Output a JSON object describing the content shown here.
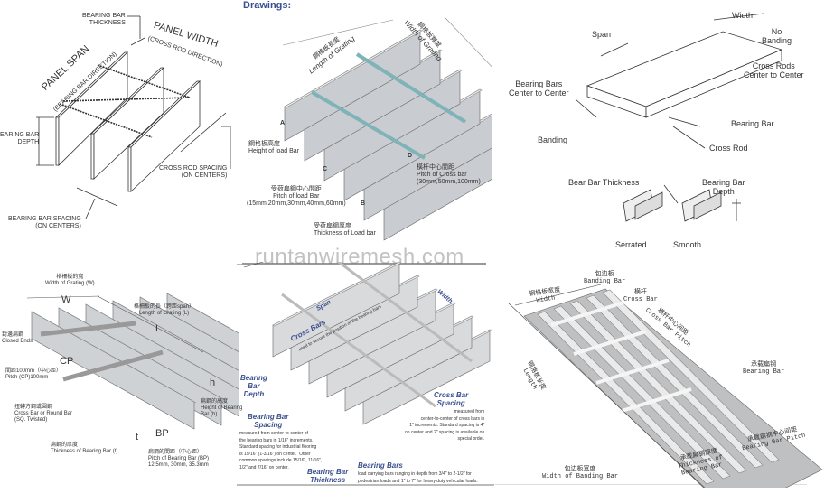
{
  "panel_span": {
    "bearing_bar_thickness": "BEARING BAR\nTHICKNESS",
    "panel_width": "PANEL WIDTH",
    "panel_width_sub": "(CROSS ROD DIRECTION)",
    "panel_span": "PANEL SPAN",
    "panel_span_sub": "(BEARING BAR DIRECTION)",
    "bearing_bar_depth": "EARING BAR\nDEPTH",
    "cross_rod_spacing": "CROSS ROD SPACING\n(ON CENTERS)",
    "bearing_bar_spacing": "BEARING BAR SPACING\n(ON CENTERS)"
  },
  "drawings": {
    "heading": "Drawings:",
    "length_cn": "鋼格板長度",
    "length_en": "Length of Grating",
    "width_cn": "鋼格板寬度",
    "width_en": "Width of Grating",
    "height_cn": "鋼格板高度",
    "height_en": "Height of load Bar",
    "pitch_load_cn": "受荷扁鋼中心間距",
    "pitch_load_en": "Pitch of load Bar",
    "pitch_load_values": "(15mm,20mm,30mm,40mm,60mm)",
    "pitch_cross_cn": "橫杆中心間距",
    "pitch_cross_en": "Pitch of Cross bar",
    "pitch_cross_values": "(30mm,50mm,100mm)",
    "thickness_cn": "受荷扁鋼厚度",
    "thickness_en": "Thickness of Load bar",
    "A": "A",
    "B": "B",
    "C": "C",
    "D": "D"
  },
  "banding": {
    "span": "Span",
    "width": "Width",
    "no_banding": "No\nBanding",
    "cross_rods_cc": "Cross Rods\nCenter to Center",
    "bearing_bars_cc": "Bearing Bars\nCenter to Center",
    "bearing_bar": "Bearing Bar",
    "banding": "Banding",
    "cross_rod": "Cross Rod",
    "bear_bar_thickness": "Bear Bar Thickness",
    "bearing_bar_depth": "Bearing Bar\nDepth",
    "serrated": "Serrated",
    "smooth": "Smooth"
  },
  "watermark": "runtanwiremesh.com",
  "grating_wl": {
    "width_cn": "格柵板的寬",
    "width_en": "Width of Grating (W)",
    "W": "W",
    "length_cn": "格柵板的長（跨距span）",
    "length_en": "Length of Grating (L)",
    "L": "L",
    "closed_cn": "封邊扁鋼",
    "closed_en": "Closed Ends",
    "cp_cn": "間距100mm（中心距）",
    "cp_en": "Pitch (CP)100mm",
    "CP": "CP",
    "cross_cn": "扭轉方鋼或圓鋼",
    "cross_en": "Cross Bar or Round Bar\n(SQ. Twisted)",
    "h_cn": "扁鋼的高度",
    "h_en": "Height of Bearing\nBar (h)",
    "h": "h",
    "bp": "BP",
    "t": "t",
    "t_cn": "扁鋼的厚度",
    "t_en": "Thickness of Bearing Bar (t)",
    "bp_cn": "扁鋼的間距（中心距）",
    "bp_en": "Pitch of Bearing Bar (BP)\n12.5mm, 30mm, 35.3mm"
  },
  "spec": {
    "span": "Span",
    "width": "Width",
    "cross_bars": "Cross Bars",
    "cross_bars_sub": "used to secure the position of the bearing bars",
    "bb_depth": "Bearing\nBar\nDepth",
    "bb_spacing": "Bearing Bar\nSpacing",
    "bb_spacing_desc": "measured from center-to-center of\nthe bearing bars in 1/16\" increments.\nStandard spacing for industrial flooring\nis 19/16\" (1-3/16\") on center.  Other\ncommon spacings include 15/16\", 11/16\",\n1/2\" and 7/16\" on center.",
    "cb_spacing": "Cross Bar\nSpacing",
    "cb_spacing_desc": "measured from\ncenter-to-center of cross bars in\n1\" increments. Standard spacing is 4\"\non center and 2\" spacing is available on\nspecial order.",
    "bb_thickness": "Bearing Bar\nThickness",
    "bearing_bars": "Bearing Bars",
    "bearing_bars_desc": "load carrying bars ranging in depth from 3/4\" to 2-1/2\" for\npedestrian loads and 1\" to 7\" for heavy duty vehicular loads."
  },
  "banded": {
    "banding_cn": "包边板",
    "banding_en": "Banding Bar",
    "width_cn": "钢格板宽度",
    "width_en": "Width",
    "cross_cn": "横杆",
    "cross_en": "Cross Bar",
    "cbp_cn": "横杆中心间距",
    "cbp_en": "Cross Bar Pitch",
    "length_cn": "钢格板长度",
    "length_en": "Length",
    "bb_cn": "承载扁钢",
    "bb_en": "Bearing Bar",
    "bbp_cn": "承载扁钢中心间距",
    "bbp_en": "Bearing Bar Pitch",
    "th_cn": "承载扁钢厚度",
    "th_en": "Thickness of\nBearing Bar",
    "wb_cn": "包边板宽度",
    "wb_en": "Width of Banding Bar"
  }
}
